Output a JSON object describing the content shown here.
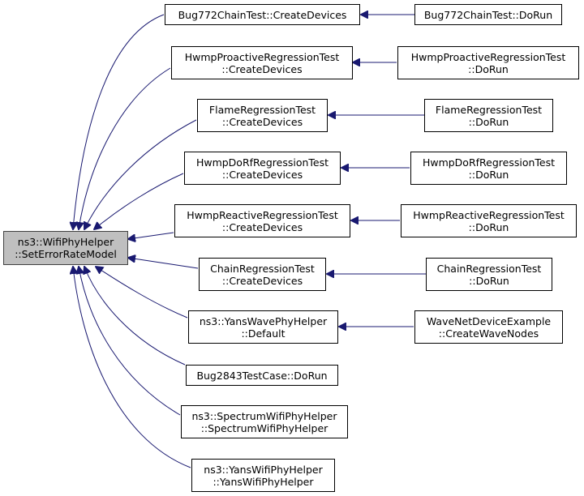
{
  "colors": {
    "edge": "#191970",
    "root_fill": "#bfbfbf",
    "node_fill": "#ffffff",
    "border": "#000000"
  },
  "root": {
    "line1": "ns3::WifiPhyHelper",
    "line2": "::SetErrorRateModel"
  },
  "callers": {
    "bug772_create": {
      "line1": "Bug772ChainTest::CreateDevices",
      "line2": ""
    },
    "hwmp_proactive_create": {
      "line1": "HwmpProactiveRegressionTest",
      "line2": "::CreateDevices"
    },
    "flame_create": {
      "line1": "FlameRegressionTest",
      "line2": "::CreateDevices"
    },
    "hwmp_dorf_create": {
      "line1": "HwmpDoRfRegressionTest",
      "line2": "::CreateDevices"
    },
    "hwmp_reactive_create": {
      "line1": "HwmpReactiveRegressionTest",
      "line2": "::CreateDevices"
    },
    "chain_create": {
      "line1": "ChainRegressionTest",
      "line2": "::CreateDevices"
    },
    "yans_wave_default": {
      "line1": "ns3::YansWavePhyHelper",
      "line2": "::Default"
    },
    "bug2843_dorun": {
      "line1": "Bug2843TestCase::DoRun",
      "line2": ""
    },
    "spectrum_ctor": {
      "line1": "ns3::SpectrumWifiPhyHelper",
      "line2": "::SpectrumWifiPhyHelper"
    },
    "yans_wifi_ctor": {
      "line1": "ns3::YansWifiPhyHelper",
      "line2": "::YansWifiPhyHelper"
    }
  },
  "second_level": {
    "bug772_dorun": {
      "line1": "Bug772ChainTest::DoRun",
      "line2": ""
    },
    "hwmp_proactive_dorun": {
      "line1": "HwmpProactiveRegressionTest",
      "line2": "::DoRun"
    },
    "flame_dorun": {
      "line1": "FlameRegressionTest",
      "line2": "::DoRun"
    },
    "hwmp_dorf_dorun": {
      "line1": "HwmpDoRfRegressionTest",
      "line2": "::DoRun"
    },
    "hwmp_reactive_dorun": {
      "line1": "HwmpReactiveRegressionTest",
      "line2": "::DoRun"
    },
    "chain_dorun": {
      "line1": "ChainRegressionTest",
      "line2": "::DoRun"
    },
    "wave_create_nodes": {
      "line1": "WaveNetDeviceExample",
      "line2": "::CreateWaveNodes"
    }
  }
}
